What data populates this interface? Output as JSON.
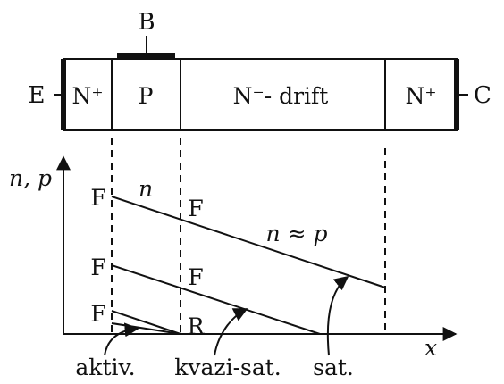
{
  "terminals": {
    "base": "B",
    "emitter": "E",
    "collector": "C"
  },
  "regions": {
    "emitter_n_plus": "N⁺",
    "base_p": "P",
    "drift": "N⁻- drift",
    "collector_n_plus": "N⁺"
  },
  "axes": {
    "y_label": "n, p",
    "x_label": "x"
  },
  "profile_labels": {
    "f_top_left": "F",
    "f_mid_left": "F",
    "f_low_left": "F",
    "f_top_right": "F",
    "f_mid_right": "F",
    "r_low_right": "R",
    "n": "n",
    "n_approx_p": "n ≈ p"
  },
  "modes": {
    "active": "aktiv.",
    "quasi_saturation": "kvazi-sat.",
    "saturation": "sat."
  }
}
